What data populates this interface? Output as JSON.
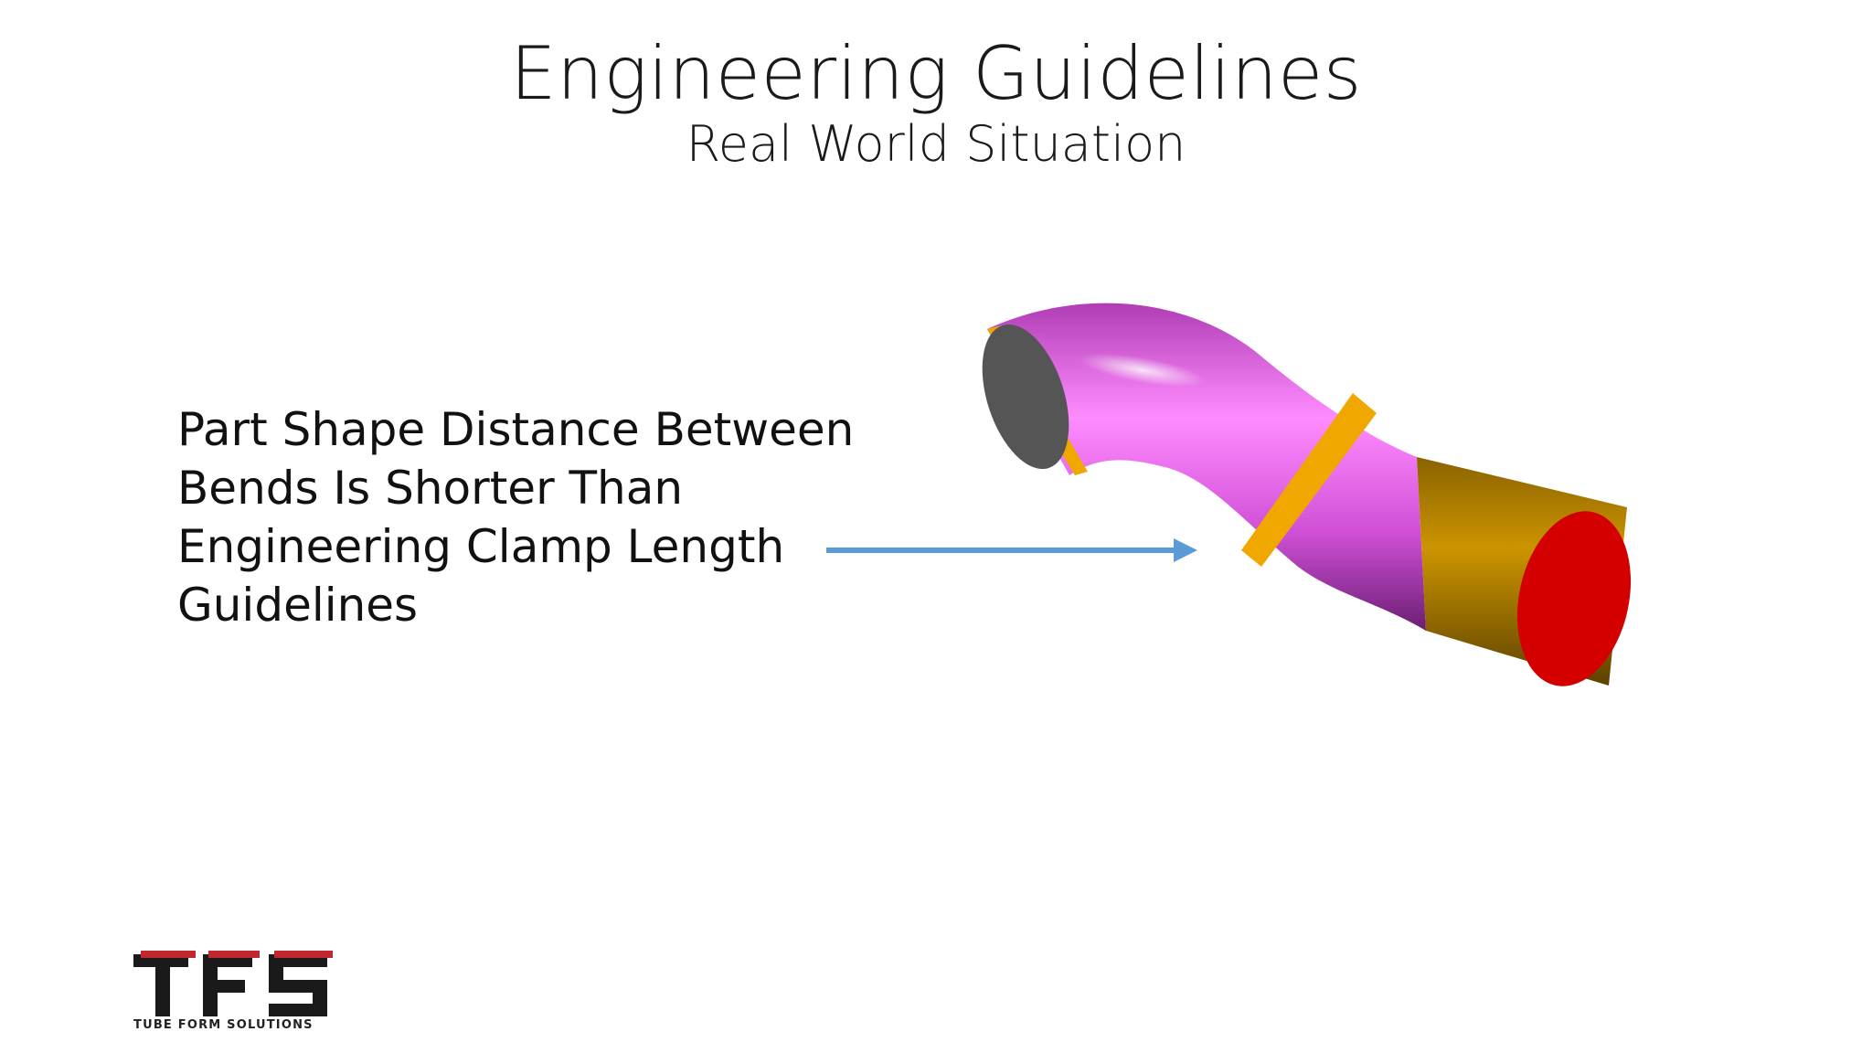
{
  "slide": {
    "title": "Engineering Guidelines",
    "subtitle": "Real World Situation",
    "body_lines": [
      "Part Shape Distance Between",
      "Bends Is Shorter Than",
      "Engineering Clamp Length",
      "Guidelines"
    ],
    "arrow_color": "#5b9bd5"
  },
  "logo": {
    "letters": "TFS",
    "caption": "TUBE FORM SOLUTIONS",
    "colors": {
      "dark": "#1a1a1a",
      "accent": "#c1272d"
    }
  },
  "tube_colors": {
    "body": "#e060e0",
    "bands": "#f0a800",
    "straight": "#c08a00",
    "end_face": "#d40000",
    "start_face": "#555555"
  }
}
